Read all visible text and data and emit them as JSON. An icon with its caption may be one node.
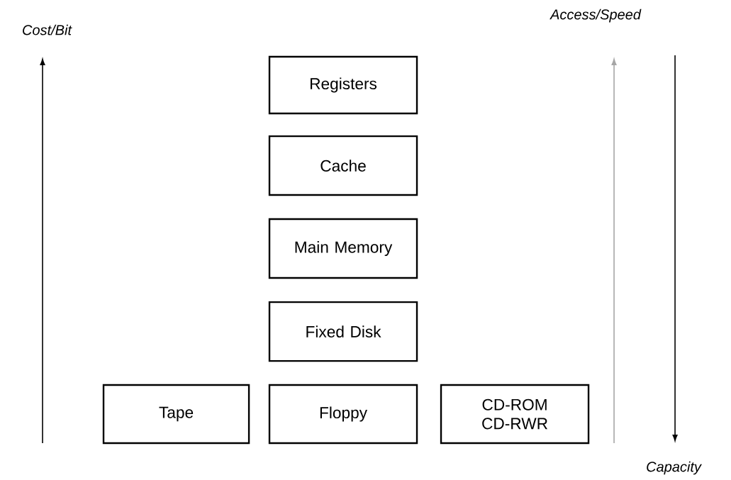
{
  "diagram": {
    "nodes": [
      {
        "text": [
          "Registers"
        ]
      },
      {
        "text": [
          "Cache"
        ]
      },
      {
        "text": [
          "Main Memory"
        ]
      },
      {
        "text": [
          "Fixed Disk"
        ]
      },
      {
        "text": [
          "Tape"
        ]
      },
      {
        "text": [
          "Floppy"
        ]
      },
      {
        "text": [
          "CD-ROM CD-RWR"
        ]
      }
    ],
    "labels": [
      "Cost/Bit",
      "Access/Speed",
      "Capacity"
    ]
  }
}
